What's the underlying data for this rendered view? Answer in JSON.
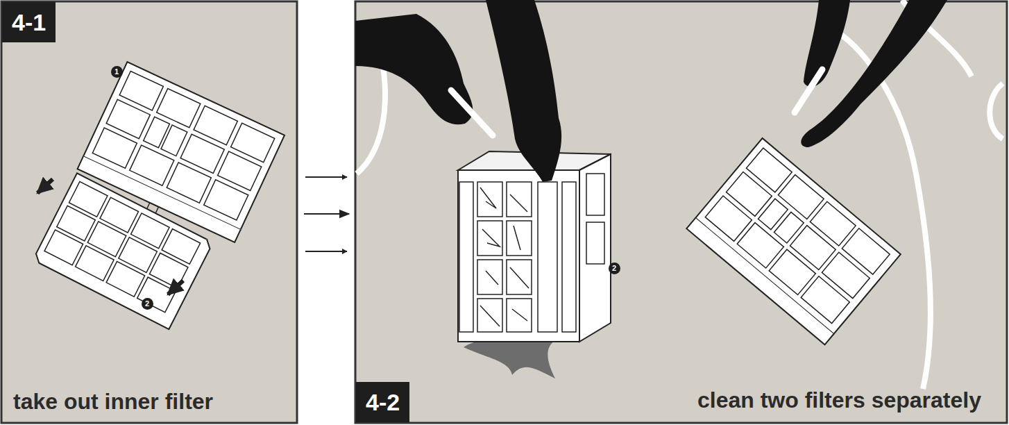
{
  "diagram": {
    "nodes": [
      {
        "text": [
          "4-1",
          "take out inner filter"
        ]
      },
      {
        "text": [
          "4-2",
          "clean two filters separately"
        ]
      }
    ],
    "edges": [
      {
        "from": 0,
        "to": 1,
        "arrow": "to"
      }
    ],
    "labels": [
      "1",
      "2",
      "2"
    ]
  }
}
